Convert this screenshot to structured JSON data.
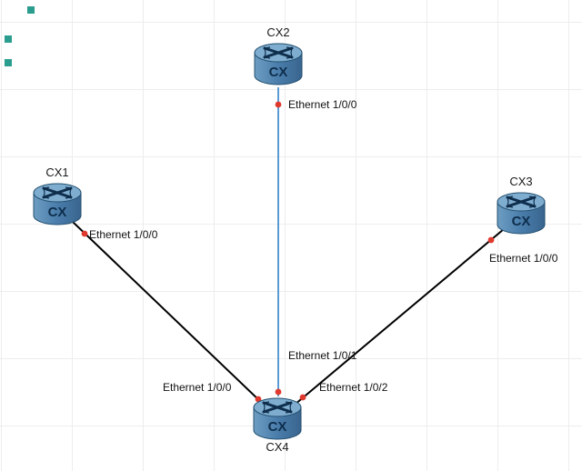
{
  "app": {
    "type": "network-topology-canvas"
  },
  "nodes": [
    {
      "id": "cx1",
      "label": "CX1",
      "icon_text": "CX"
    },
    {
      "id": "cx2",
      "label": "CX2",
      "icon_text": "CX"
    },
    {
      "id": "cx3",
      "label": "CX3",
      "icon_text": "CX"
    },
    {
      "id": "cx4",
      "label": "CX4",
      "icon_text": "CX"
    }
  ],
  "links": [
    {
      "id": "cx2-cx4",
      "from": "CX2",
      "to": "CX4",
      "color": "#5b9bd5",
      "from_port": "Ethernet 1/0/0",
      "to_port": "Ethernet 1/0/1"
    },
    {
      "id": "cx1-cx4",
      "from": "CX1",
      "to": "CX4",
      "color": "#000000",
      "from_port": "Ethernet 1/0/0",
      "to_port": "Ethernet 1/0/0"
    },
    {
      "id": "cx3-cx4",
      "from": "CX3",
      "to": "CX4",
      "color": "#000000",
      "from_port": "Ethernet 1/0/0",
      "to_port": "Ethernet 1/0/2"
    }
  ],
  "colors": {
    "endpoint_dot": "#e03a2f",
    "link_blue": "#5b9bd5",
    "link_black": "#000000",
    "router_body": "#4a7dab",
    "router_top": "#7fadd0",
    "router_outline": "#24506f",
    "marker_teal": "#2a9d8f",
    "grid": "#ededed"
  }
}
